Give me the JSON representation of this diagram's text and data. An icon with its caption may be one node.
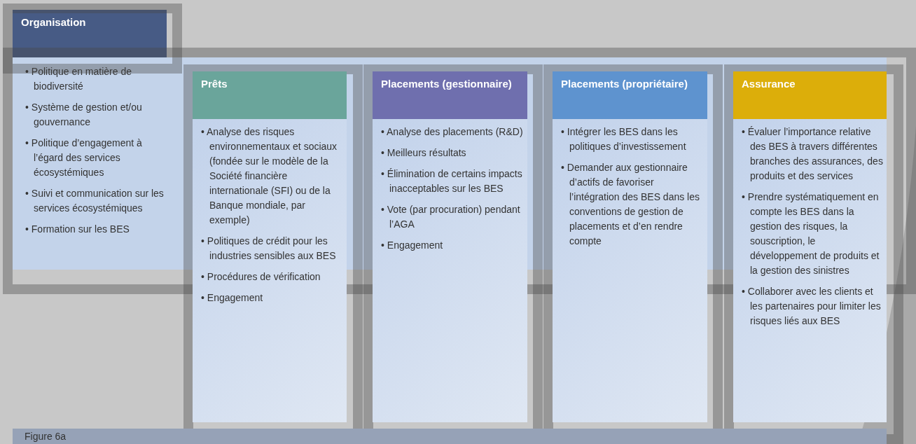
{
  "diagram": {
    "nodes": [
      {
        "text": [
          "Organisation",
          "• Politique en matière de biodiversité",
          "• Système de gestion et/ou gouvernance",
          "• Politique d’engagement à l’égard des services écosystémiques",
          "• Suivi et communication sur les services écosystémiques",
          "• Formation sur les BES"
        ]
      },
      {
        "text": [
          "Prêts",
          "• Analyse des risques environnementaux et sociaux (fondée sur le modèle de la Société financière internationale (SFI) ou de la Banque mondiale, par exemple)",
          "• Politiques de crédit pour les industries sensibles aux BES",
          "• Procédures de vérification",
          "• Engagement"
        ]
      },
      {
        "text": [
          "Placements (gestionnaire)",
          "• Analyse des placements (R&D)",
          "• Meilleurs résultats",
          "• Élimination de certains impacts inacceptables sur les BES",
          "• Vote (par procuration) pendant l’AGA",
          "• Engagement"
        ]
      },
      {
        "text": [
          "Placements (propriétaire)",
          "• Intégrer les BES dans les politiques d’investissement",
          "• Demander aux gestionnaire d’actifs de favoriser l’intégration des BES dans les conventions de gestion de placements et d’en rendre compte"
        ]
      },
      {
        "text": [
          "Assurance",
          "• Évaluer l’importance relative des BES à travers différentes branches des assurances, des produits et des services",
          "• Prendre systématiquement en compte les BES dans la gestion des risques, la souscription, le développement de produits et la gestion des sinistres",
          "• Collaborer avec les clients et les partenaires pour limiter les risques liés aux BES"
        ]
      }
    ],
    "edges": [],
    "labels": [
      "Figure 6a"
    ]
  }
}
